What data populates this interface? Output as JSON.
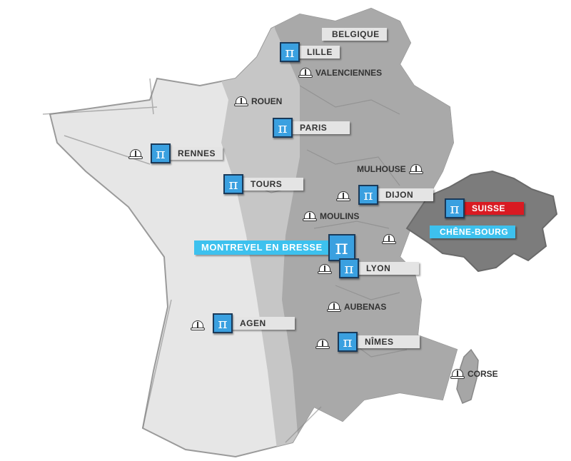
{
  "map": {
    "colors": {
      "map_dark": "#a6a6a6",
      "map_mid": "#c6c6c6",
      "map_light": "#e6e6e6",
      "swiss": "#7c7c7c",
      "pi_blue": "#3aa0e0",
      "label_blue": "#3dc1ee",
      "label_red": "#d91a22",
      "label_grey": "#e4e4e4"
    }
  },
  "agencies": [
    {
      "name": "LILLE",
      "icon": "pi-icon"
    },
    {
      "name": "PARIS",
      "icon": "pi-icon"
    },
    {
      "name": "RENNES",
      "icon": "pi-icon"
    },
    {
      "name": "TOURS",
      "icon": "pi-icon"
    },
    {
      "name": "DIJON",
      "icon": "pi-icon"
    },
    {
      "name": "MONTREVEL EN BRESSE",
      "icon": "pi-icon"
    },
    {
      "name": "LYON",
      "icon": "pi-icon"
    },
    {
      "name": "AGEN",
      "icon": "pi-icon"
    },
    {
      "name": "NÎMES",
      "icon": "pi-icon"
    },
    {
      "name": "SUISSE",
      "icon": "pi-icon"
    }
  ],
  "labels": {
    "belgique": "BELGIQUE",
    "chene_bourg": "CHÊNE-BOURG"
  },
  "sites": [
    {
      "name": "VALENCIENNES",
      "icon": "helmet-icon"
    },
    {
      "name": "ROUEN",
      "icon": "helmet-icon"
    },
    {
      "name": "MULHOUSE",
      "icon": "helmet-icon"
    },
    {
      "name": "MOULINS",
      "icon": "helmet-icon"
    },
    {
      "name": "AUBENAS",
      "icon": "helmet-icon"
    },
    {
      "name": "CORSE",
      "icon": "helmet-icon"
    }
  ],
  "pi_glyph": "π"
}
